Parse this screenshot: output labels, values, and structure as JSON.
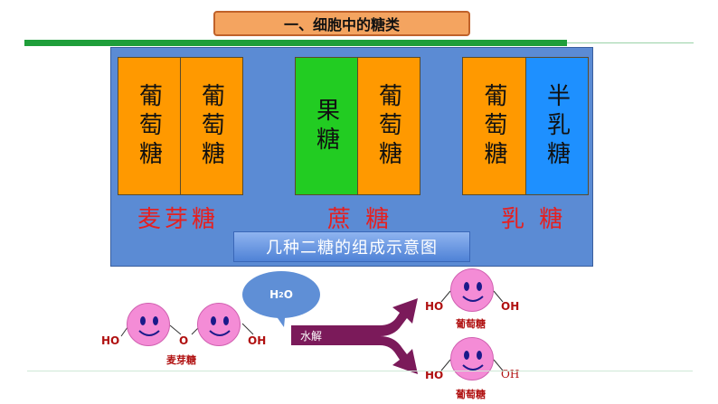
{
  "header": {
    "title": "一、细胞中的糖类"
  },
  "panel": {
    "groups": [
      {
        "name": "麦芽糖",
        "blocks": [
          "葡萄糖",
          "葡萄糖"
        ]
      },
      {
        "name": "蔗 糖",
        "blocks": [
          "果糖",
          "葡萄糖"
        ]
      },
      {
        "name": "乳 糖",
        "blocks": [
          "葡萄糖",
          "半乳糖"
        ]
      }
    ],
    "caption": "几种二糖的组成示意图"
  },
  "reaction": {
    "water_main": "H",
    "water_sub": "2",
    "water_tail": "O",
    "hydrolysis": "水解",
    "reactant": {
      "left": "HO",
      "bridge": "O",
      "right": "OH",
      "label": "麦芽糖"
    },
    "product_top": {
      "left": "HO",
      "right": "OH",
      "label": "葡萄糖"
    },
    "product_bottom": {
      "left": "HO",
      "right": "OH",
      "label": "葡萄糖"
    }
  },
  "colors": {
    "glucose": "#ff9900",
    "fructose": "#22cc22",
    "galactose": "#1e90ff",
    "panel": "#5b8bd4",
    "label_red": "#e52020",
    "face_pink": "#f48cd6"
  }
}
